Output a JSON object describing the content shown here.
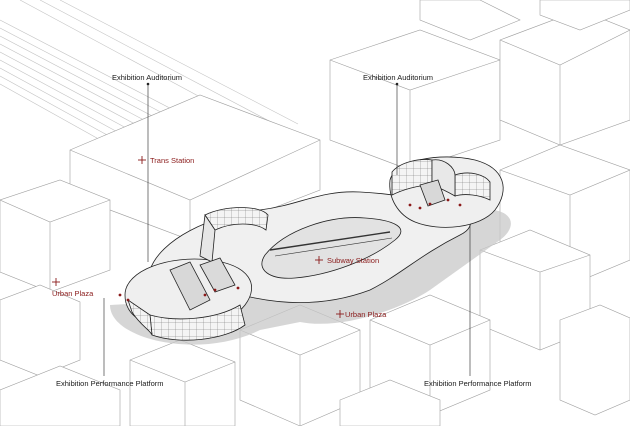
{
  "labels": {
    "auditorium_left": "Exhibition Auditorium",
    "auditorium_right": "Exhibition Auditorium",
    "trans_station": "Trans Station",
    "urban_plaza_left": "Urban Plaza",
    "subway_station": "Subway Station",
    "urban_plaza_bottom": "Urban Plaza",
    "platform_left": "Exhibition Performance Platform",
    "platform_right": "Exhibition Performance Platform"
  },
  "colors": {
    "accent": "#8b1a1a",
    "line": "#222222",
    "context": "#9a9a9a",
    "shadow": "#bdbdbd"
  }
}
